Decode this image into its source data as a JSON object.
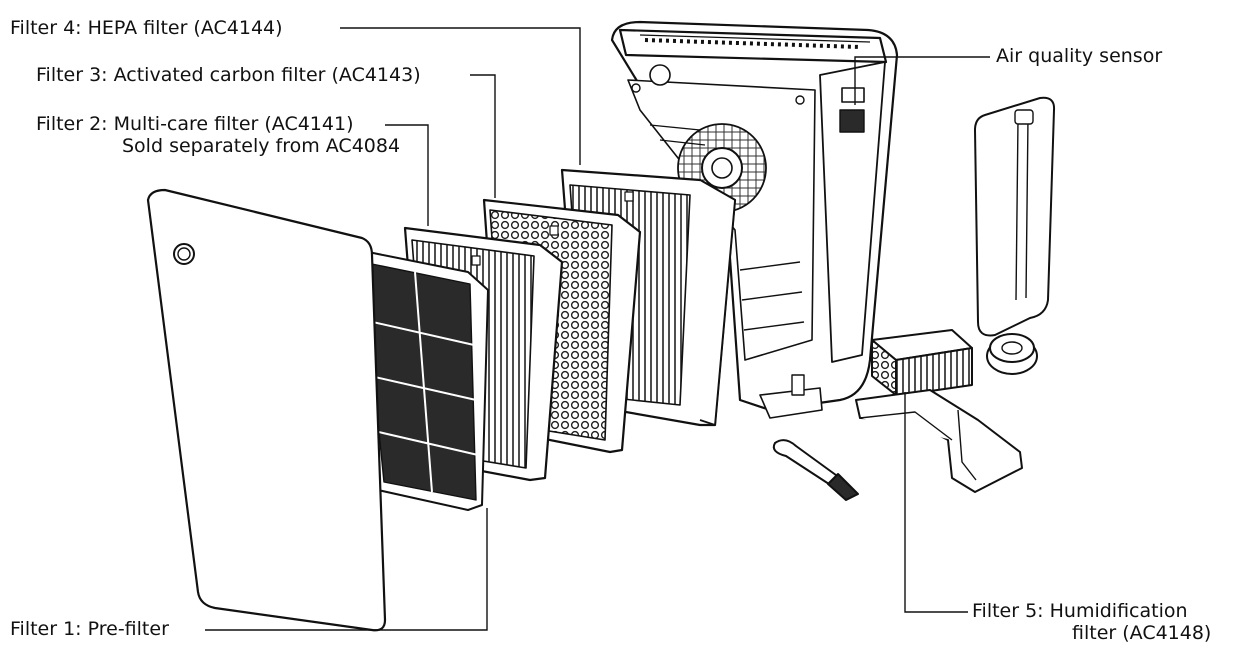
{
  "labels": {
    "filter4": "Filter 4:  HEPA filter (AC4144)",
    "filter3": "Filter 3:  Activated carbon filter (AC4143)",
    "filter2_line1": "Filter 2:  Multi-care filter (AC4141)",
    "filter2_line2": "Sold separately from AC4084",
    "filter1": "Filter 1:  Pre-filter",
    "air_sensor": "Air quality sensor",
    "filter5_line1": "Filter 5:  Humidification",
    "filter5_line2": "filter (AC4148)"
  },
  "colors": {
    "ink": "#111111",
    "mesh": "#2a2a2a",
    "panel": "#ffffff"
  }
}
